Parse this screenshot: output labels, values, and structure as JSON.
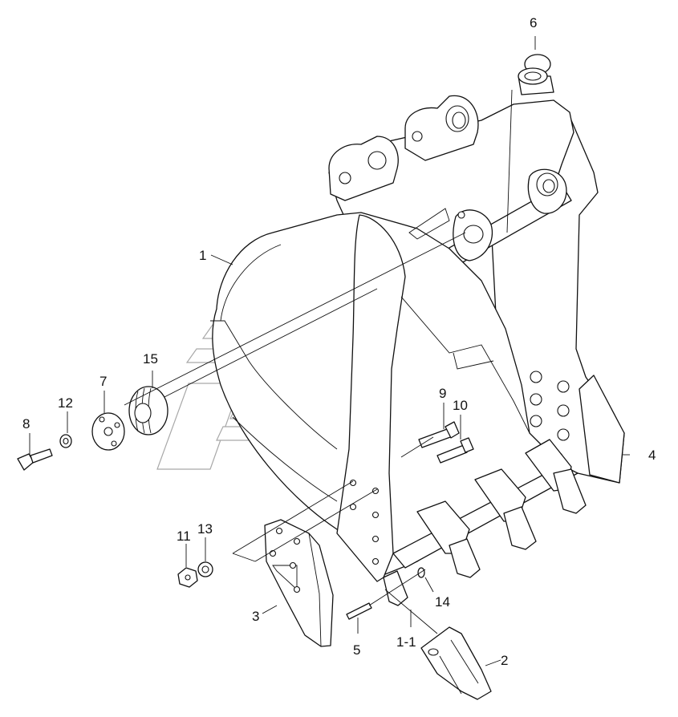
{
  "callouts": {
    "c1": "1",
    "c1_1": "1-1",
    "c2": "2",
    "c3": "3",
    "c4": "4",
    "c5": "5",
    "c6": "6",
    "c7": "7",
    "c8": "8",
    "c9": "9",
    "c10": "10",
    "c11": "11",
    "c12": "12",
    "c13": "13",
    "c14": "14",
    "c15": "15"
  },
  "colors": {
    "line": "#111111",
    "watermark": "#9a9a9a",
    "background": "#ffffff"
  },
  "icons": {
    "watermark": "brand-logo-watermark"
  }
}
